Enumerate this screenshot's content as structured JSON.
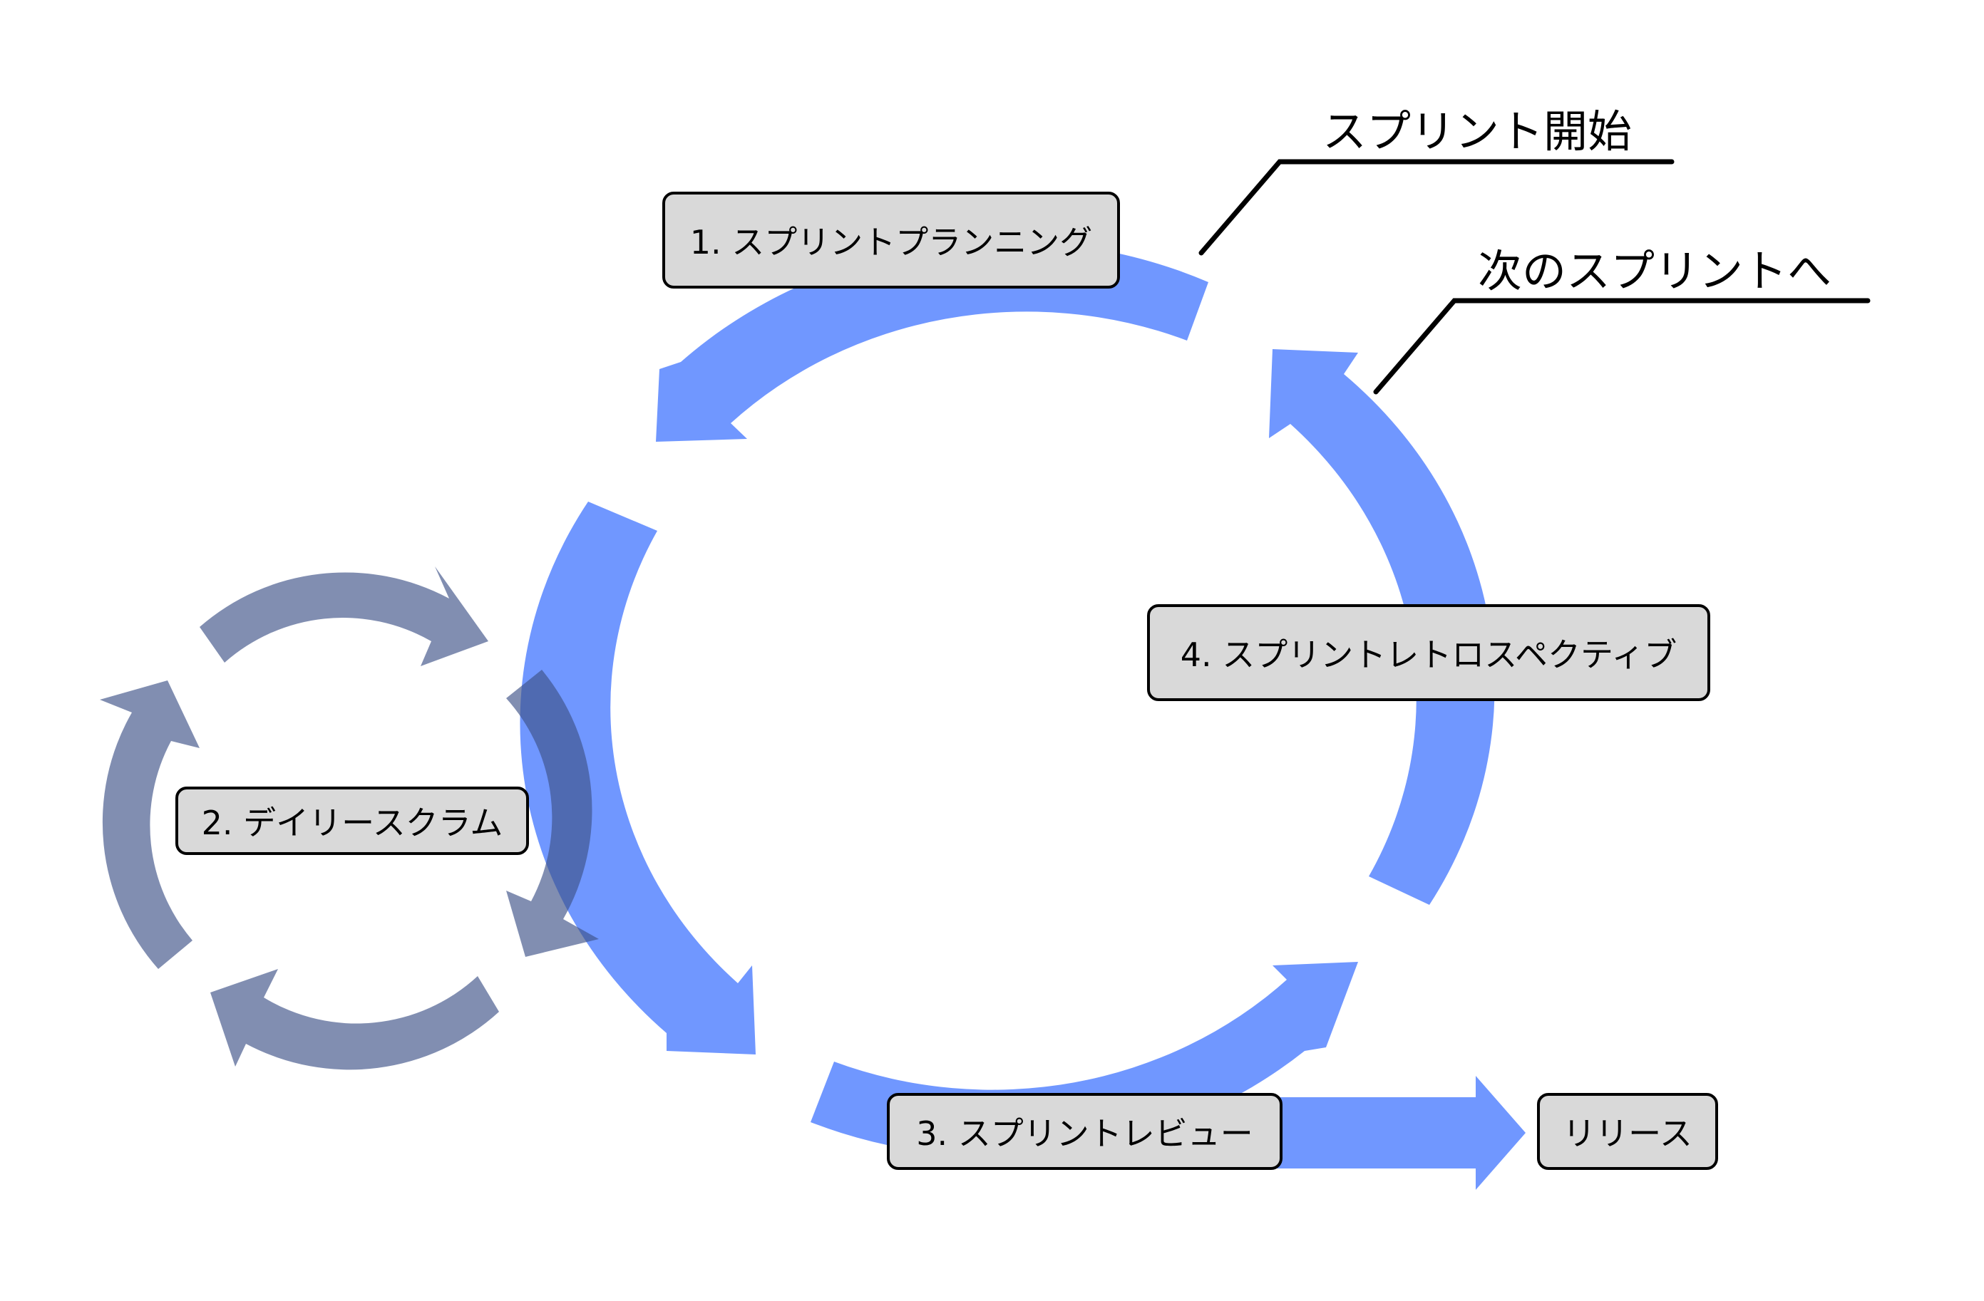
{
  "colors": {
    "sprint_arrow": "#7097ff",
    "daily_arrow": "#7f8fb0",
    "label_fill": "#d9d9d9",
    "outline": "#000000"
  },
  "labels": {
    "planning": "1. スプリントプランニング",
    "daily_scrum": "2. デイリースクラム",
    "review": "3. スプリントレビュー",
    "retrospective": "4. スプリントレトロスペクティブ",
    "release": "リリース"
  },
  "callouts": {
    "sprint_start": "スプリント開始",
    "next_sprint": "次のスプリントへ"
  }
}
